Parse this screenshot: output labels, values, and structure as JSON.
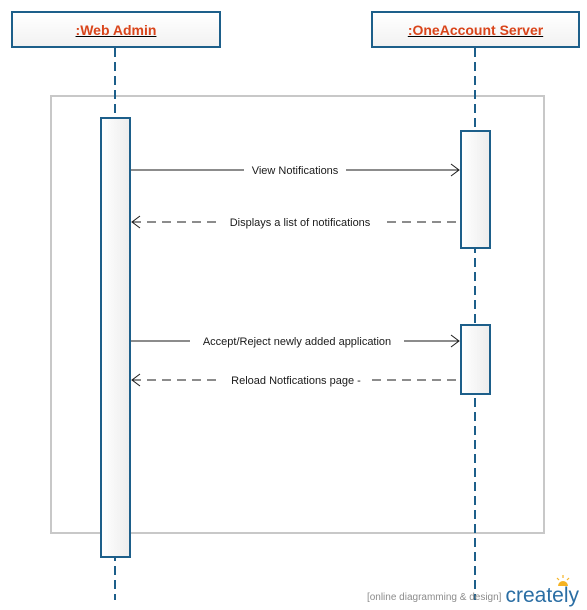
{
  "lifelines": [
    {
      "id": "web_admin",
      "label": ":Web Admin"
    },
    {
      "id": "oneaccount_server",
      "label": ":OneAccount Server"
    }
  ],
  "messages": [
    {
      "from": "web_admin",
      "to": "oneaccount_server",
      "type": "sync",
      "label": "View Notifications"
    },
    {
      "from": "oneaccount_server",
      "to": "web_admin",
      "type": "reply",
      "label": "Displays a list of notifications"
    },
    {
      "from": "web_admin",
      "to": "oneaccount_server",
      "type": "sync",
      "label": "Accept/Reject newly added application"
    },
    {
      "from": "oneaccount_server",
      "to": "web_admin",
      "type": "reply",
      "label": "Reload Notfications page -"
    }
  ],
  "footer": {
    "tagline": "[online diagramming & design]",
    "logo": "creately",
    "logo_icon": "sun-icon"
  },
  "colors": {
    "lifeline_border": "#1d5f8a",
    "lifeline_title": "#d9441a",
    "frame_border": "#c8c8c8",
    "logo": "#2a6ea4",
    "logo_sun": "#f5b324"
  }
}
